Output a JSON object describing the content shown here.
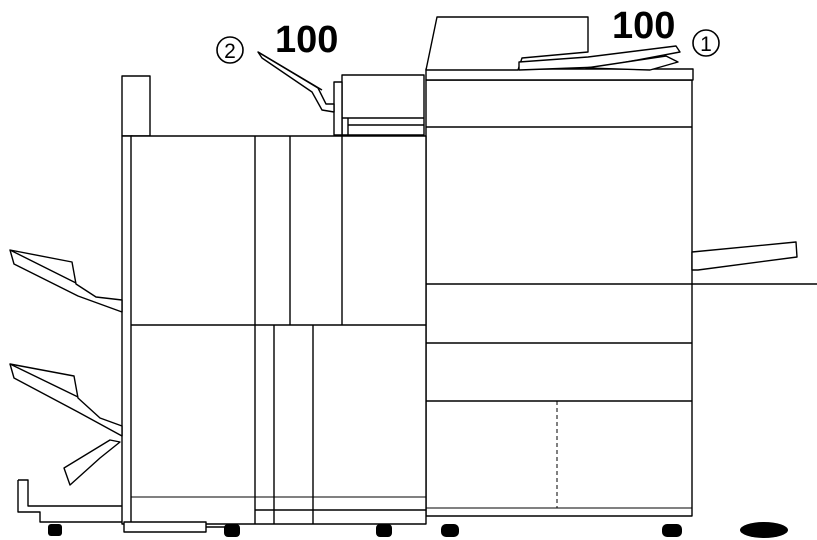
{
  "callouts": [
    {
      "marker": "1",
      "capacity": "100"
    },
    {
      "marker": "2",
      "capacity": "100"
    }
  ]
}
